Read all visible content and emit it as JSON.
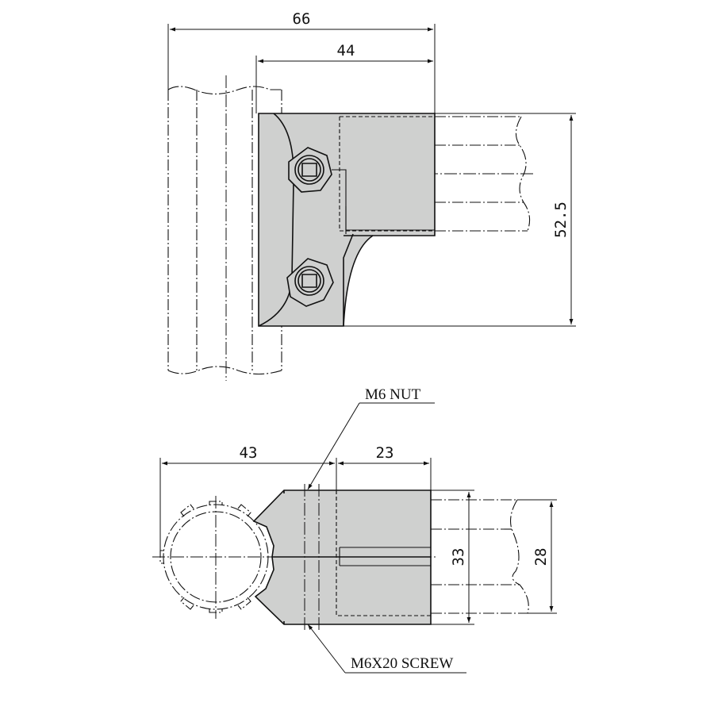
{
  "top_view": {
    "dim_overall": "66",
    "dim_clamp": "44",
    "dim_height": "52.5"
  },
  "bottom_view": {
    "dim_left": "43",
    "dim_right": "23",
    "dim_block": "33",
    "dim_pipe": "28",
    "label_nut": "M6 NUT",
    "label_screw": "M6X20 SCREW"
  }
}
